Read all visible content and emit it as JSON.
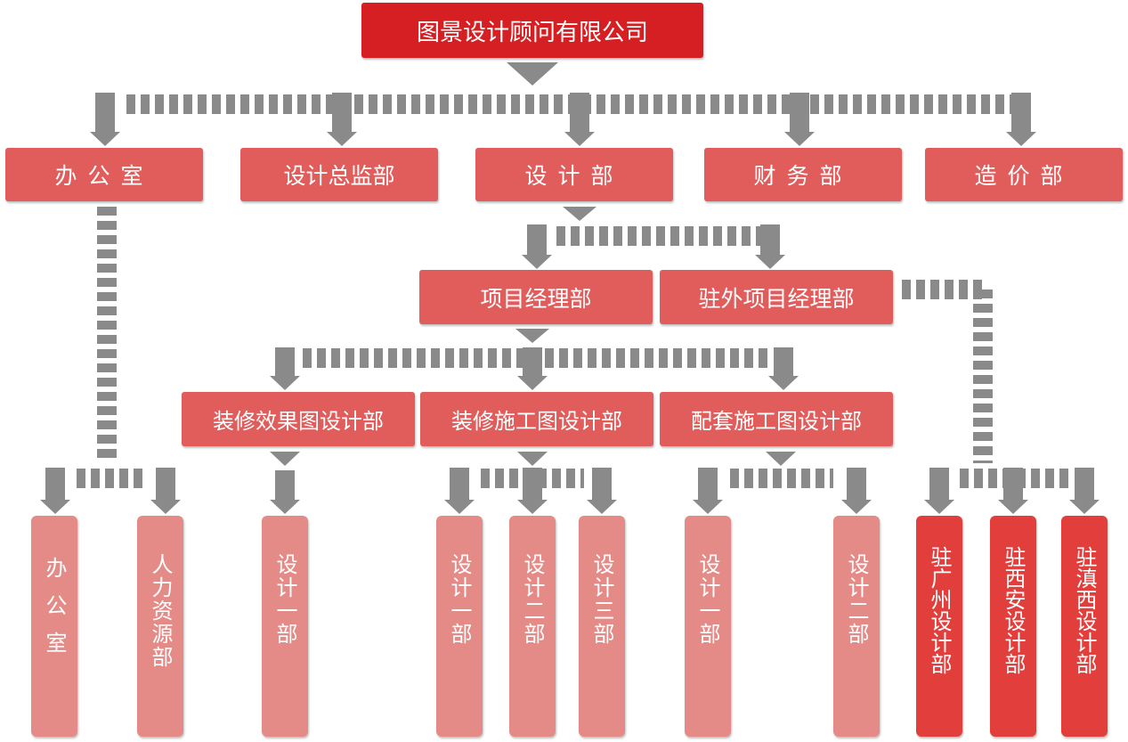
{
  "colors": {
    "top": "#d51f23",
    "level": "#e05d5c",
    "leaf": "#e48a87",
    "site": "#e13e3c",
    "connector": "#8a8a8a"
  },
  "company": "图景设计顾问有限公司",
  "level1": [
    "办公室",
    "设计总监部",
    "设计部",
    "财务部",
    "造价部"
  ],
  "level2": [
    "项目经理部",
    "驻外项目经理部"
  ],
  "level3": [
    "装修效果图设计部",
    "装修施工图设计部",
    "配套施工图设计部"
  ],
  "leaves": {
    "office": "办公室",
    "hr": "人力资源部",
    "effect_1": "设计一部",
    "construction_1": "设计一部",
    "construction_2": "设计二部",
    "construction_3": "设计三部",
    "support_1": "设计一部",
    "support_2": "设计二部",
    "guangzhou": "驻广州设计部",
    "xian": "驻西安设计部",
    "yunnan": "驻滇西设计部"
  }
}
